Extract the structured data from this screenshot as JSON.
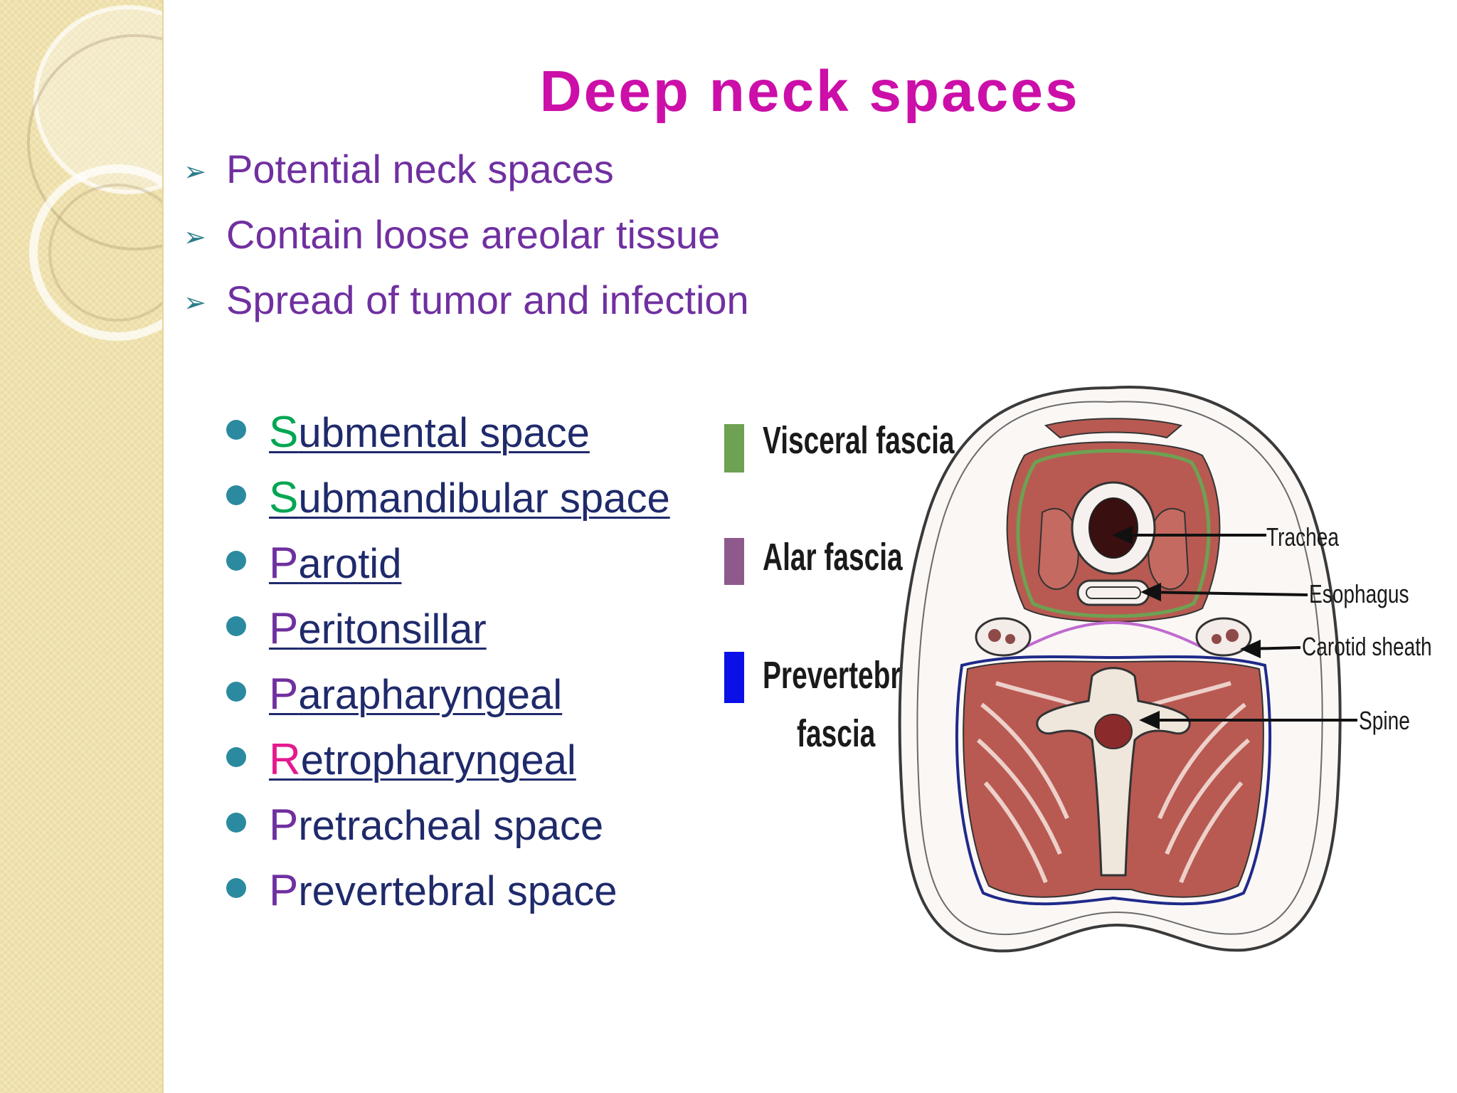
{
  "title": "Deep neck spaces",
  "intro_points": [
    {
      "arrow": "➢",
      "text": "Potential neck spaces"
    },
    {
      "arrow": "➢",
      "text": "Contain loose areolar tissue"
    },
    {
      "arrow": "➢",
      "text": "Spread of tumor and infection"
    }
  ],
  "spaces": [
    {
      "initial": "S",
      "rest": "ubmental space",
      "initial_color": "#00a651",
      "text_color": "#1f2a6b",
      "link": true
    },
    {
      "initial": "S",
      "rest": "ubmandibular space",
      "initial_color": "#00a651",
      "text_color": "#1f2a6b",
      "link": true
    },
    {
      "initial": "P",
      "rest": "arotid",
      "initial_color": "#7030a0",
      "text_color": "#1f2a6b",
      "link": true
    },
    {
      "initial": "P",
      "rest": "eritonsillar",
      "initial_color": "#7030a0",
      "text_color": "#1f2a6b",
      "link": true
    },
    {
      "initial": "P",
      "rest": "arapharyngeal",
      "initial_color": "#7030a0",
      "text_color": "#1f2a6b",
      "link": true
    },
    {
      "initial": "R",
      "rest": "etropharyngeal",
      "initial_color": "#e5198f",
      "text_color": "#1f2a6b",
      "link": true
    },
    {
      "initial": "P",
      "rest": "retracheal space",
      "initial_color": "#7030a0",
      "text_color": "#1f2a6b",
      "link": false
    },
    {
      "initial": "P",
      "rest": "revertebral space",
      "initial_color": "#7030a0",
      "text_color": "#1f2a6b",
      "link": false
    }
  ],
  "legend": [
    {
      "label": "Visceral fascia",
      "color": "#6ea152"
    },
    {
      "label": "Alar fascia",
      "color": "#8e5a8c"
    },
    {
      "label": "Prevertebral",
      "label2": "fascia",
      "color": "#0a10e6"
    }
  ],
  "anatomy_labels": {
    "trachea": "Trachea",
    "esophagus": "Esophagus",
    "carotid_sheath": "Carotid sheath",
    "spine": "Spine"
  },
  "colors": {
    "title": "#cc0fa8",
    "intro_text": "#7030a0",
    "bullet": "#2b8aa0",
    "muscle": "#b85a52"
  }
}
